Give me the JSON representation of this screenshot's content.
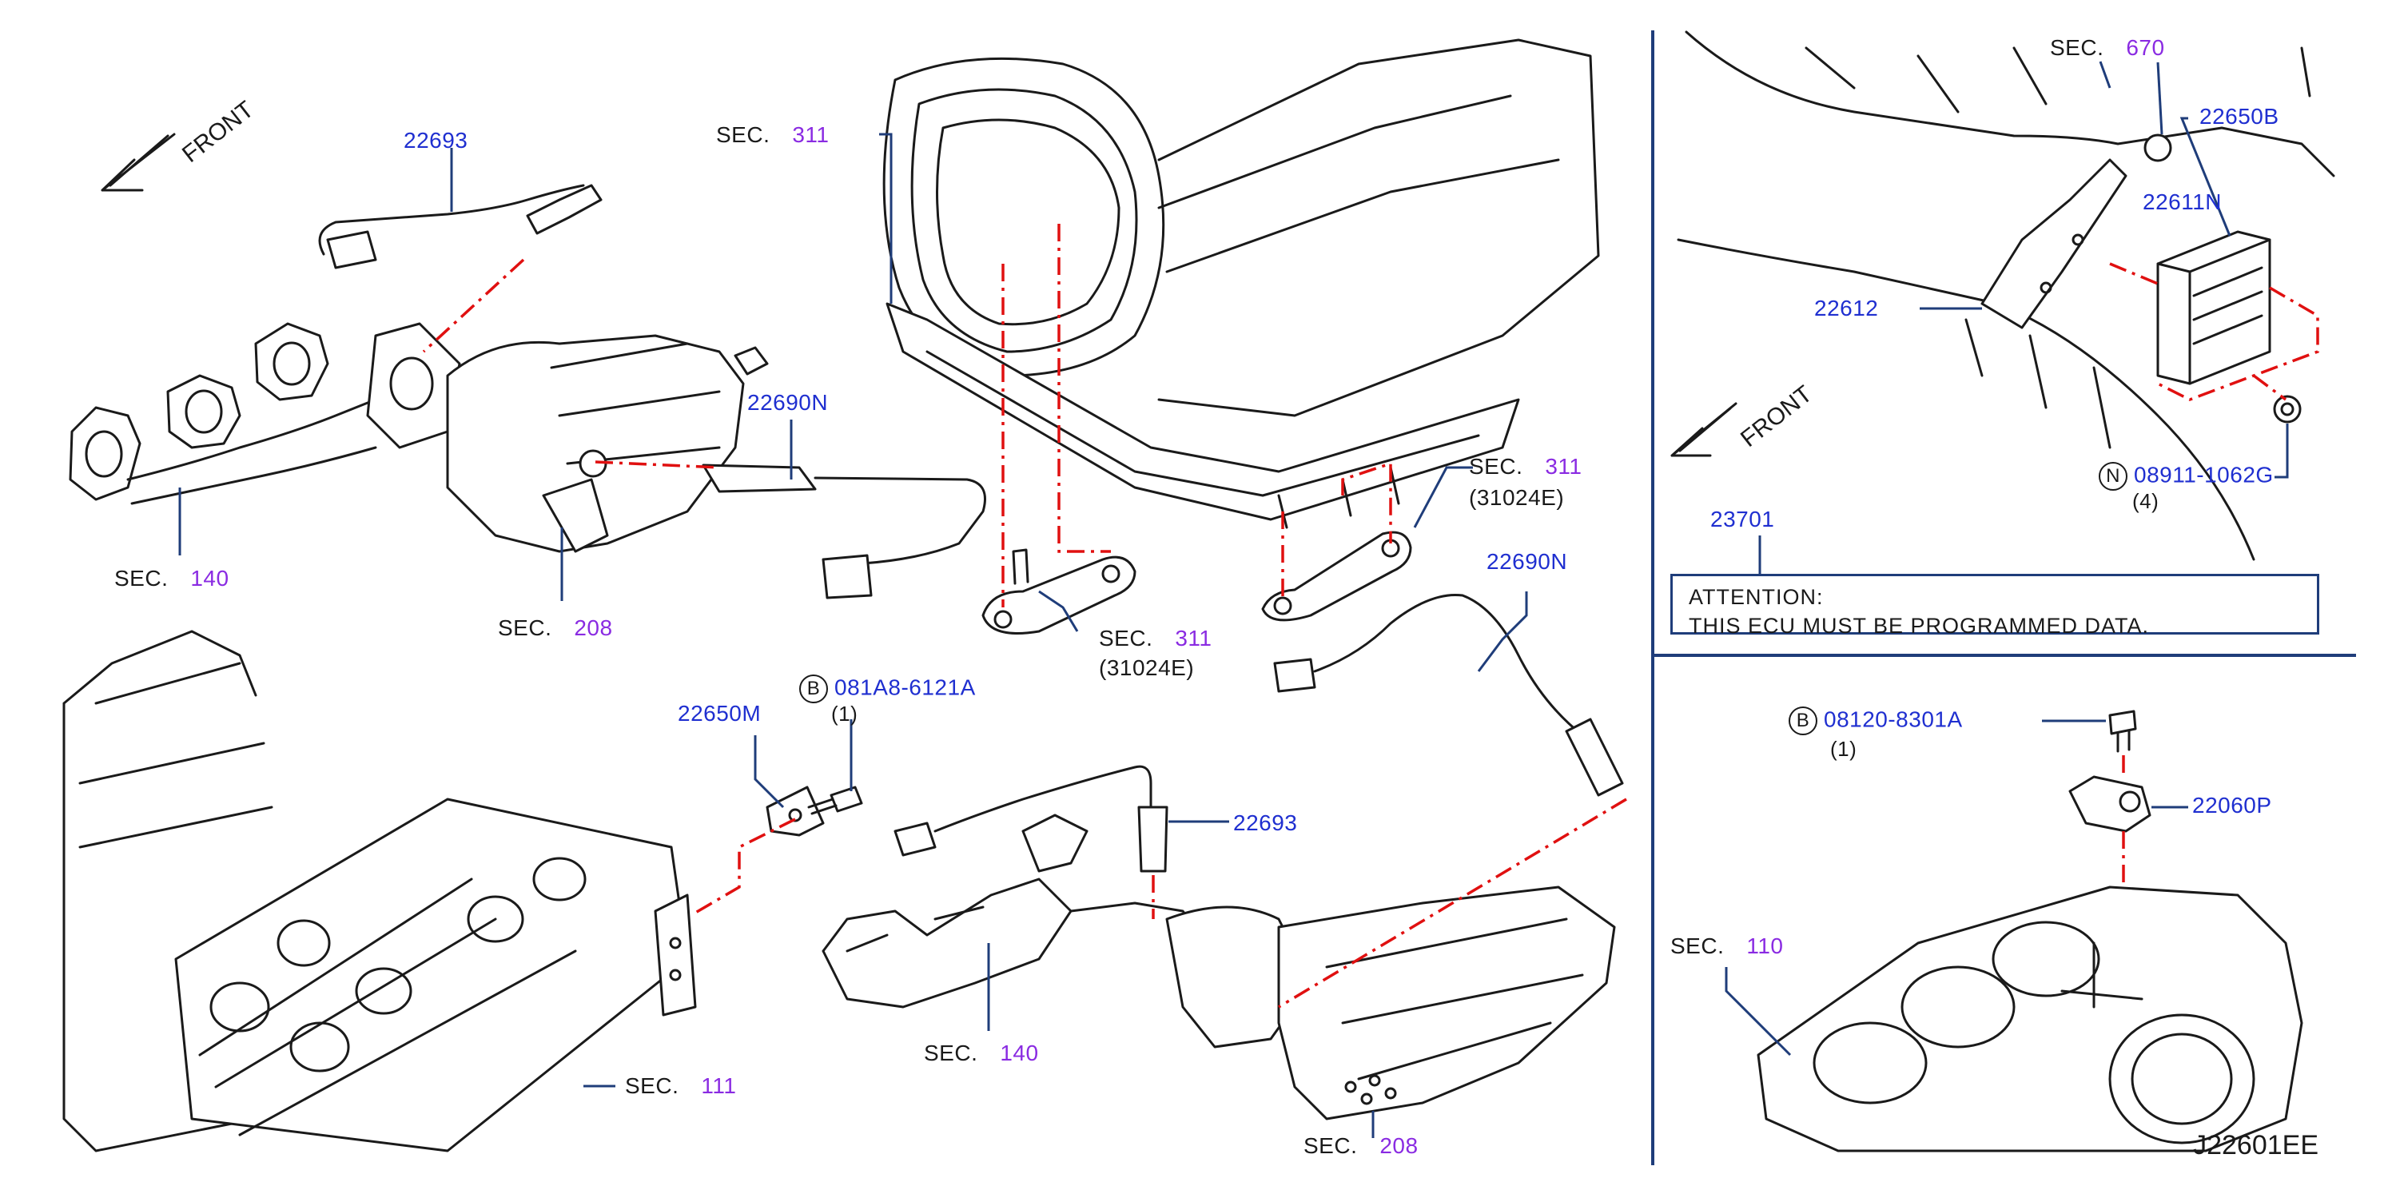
{
  "front_labels": {
    "left": "FRONT",
    "right": "FRONT"
  },
  "callouts": {
    "p22693_top": "22693",
    "p22690n_left": "22690N",
    "p22690n_right": "22690N",
    "p22693_bottom": "22693",
    "p22650m": "22650M",
    "p22650b": "22650B",
    "p22611n": "22611N",
    "p22612": "22612",
    "p23701": "23701",
    "p22060p": "22060P"
  },
  "sections": {
    "s311_top": {
      "prefix": "SEC.",
      "num": "311"
    },
    "s140_left": {
      "prefix": "SEC.",
      "num": "140"
    },
    "s208_left": {
      "prefix": "SEC.",
      "num": "208"
    },
    "s311_right": {
      "prefix": "SEC.",
      "num": "311",
      "sub": "(31024E)"
    },
    "s311_center": {
      "prefix": "SEC.",
      "num": "311",
      "sub": "(31024E)"
    },
    "s111": {
      "prefix": "SEC.",
      "num": "111"
    },
    "s140_center": {
      "prefix": "SEC.",
      "num": "140"
    },
    "s208_center": {
      "prefix": "SEC.",
      "num": "208"
    },
    "s670": {
      "prefix": "SEC.",
      "num": "670"
    },
    "s110": {
      "prefix": "SEC.",
      "num": "110"
    }
  },
  "fasteners": {
    "bolt_center": {
      "symbol": "B",
      "part": "081A8-6121A",
      "qty": "(1)"
    },
    "nut_right": {
      "symbol": "N",
      "part": "08911-1062G",
      "qty": "(4)"
    },
    "bolt_right": {
      "symbol": "B",
      "part": "08120-8301A",
      "qty": "(1)"
    }
  },
  "attention": {
    "title": "ATTENTION:",
    "text": "THIS  ECU  MUST  BE  PROGRAMMED  DATA."
  },
  "diagram_code": "J22601EE",
  "colors": {
    "part_number": "#1f2fd0",
    "section_number": "#8a2be2",
    "leader": "#1f3d7a",
    "alignment_line": "#e01010",
    "linework": "#1a1a1a"
  }
}
